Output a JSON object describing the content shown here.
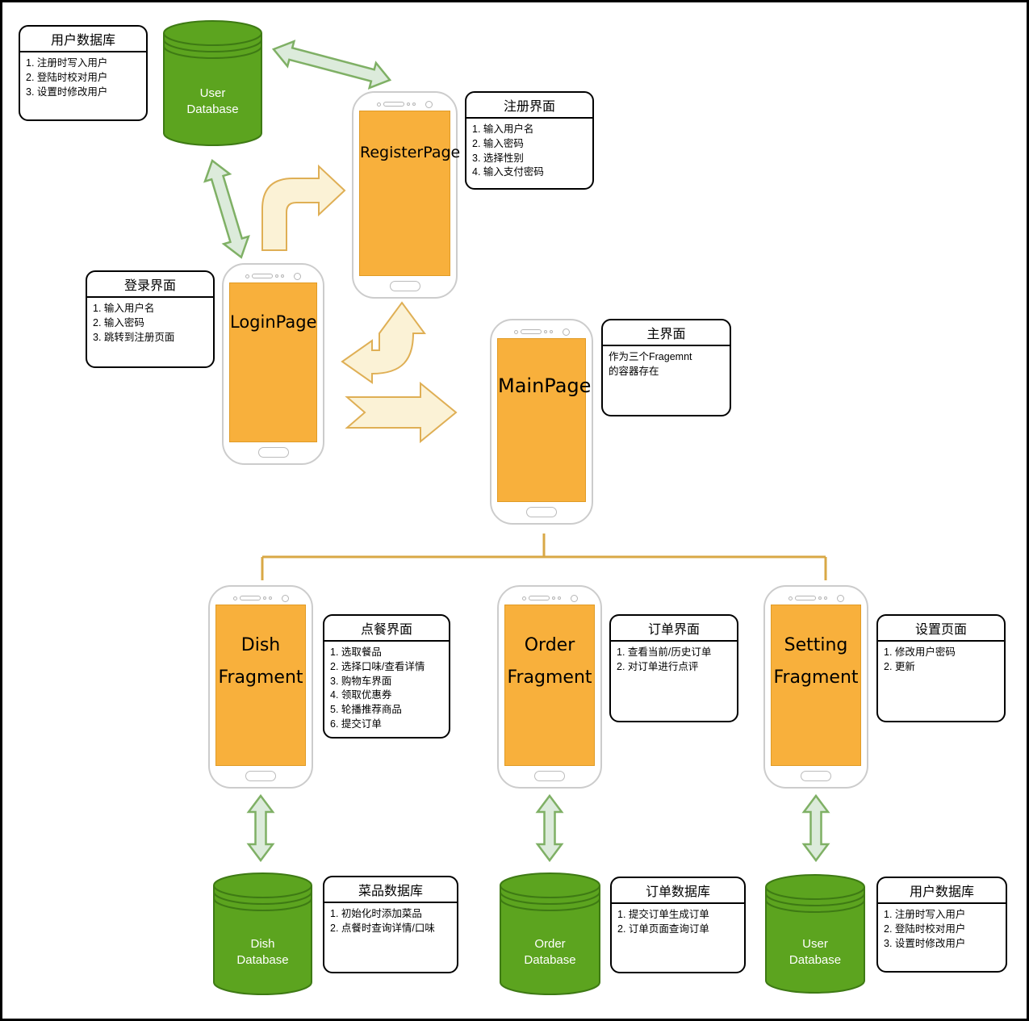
{
  "phones": {
    "register": {
      "label": "RegisterPage"
    },
    "login": {
      "label": "LoginPage"
    },
    "main": {
      "label": "MainPage"
    },
    "dish": {
      "line1": "Dish",
      "line2": "Fragment"
    },
    "order": {
      "line1": "Order",
      "line2": "Fragment"
    },
    "setting": {
      "line1": "Setting",
      "line2": "Fragment"
    }
  },
  "databases": {
    "user_top": {
      "line1": "User",
      "line2": "Database"
    },
    "dish": {
      "line1": "Dish",
      "line2": "Database"
    },
    "order": {
      "line1": "Order",
      "line2": "Database"
    },
    "user_bottom": {
      "line1": "User",
      "line2": "Database"
    }
  },
  "notes": {
    "user_db_top": {
      "title": "用户数据库",
      "items": [
        "1. 注册时写入用户",
        "2. 登陆时校对用户",
        "3. 设置时修改用户"
      ]
    },
    "register": {
      "title": "注册界面",
      "items": [
        "1. 输入用户名",
        "2. 输入密码",
        "3. 选择性别",
        "4. 输入支付密码"
      ]
    },
    "login": {
      "title": "登录界面",
      "items": [
        "1. 输入用户名",
        "2. 输入密码",
        "3. 跳转到注册页面"
      ]
    },
    "main": {
      "title": "主界面",
      "items": [
        "作为三个Fragemnt",
        "的容器存在"
      ]
    },
    "dish": {
      "title": "点餐界面",
      "items": [
        "1. 选取餐品",
        "2. 选择口味/查看详情",
        "3. 购物车界面",
        "4. 领取优惠券",
        "5. 轮播推荐商品",
        "6. 提交订单"
      ]
    },
    "order": {
      "title": "订单界面",
      "items": [
        "1. 查看当前/历史订单",
        "2. 对订单进行点评"
      ]
    },
    "setting": {
      "title": "设置页面",
      "items": [
        "1. 修改用户密码",
        "2. 更新"
      ]
    },
    "dish_db": {
      "title": "菜品数据库",
      "items": [
        "1. 初始化时添加菜品",
        "2. 点餐时查询详情/口味"
      ]
    },
    "order_db": {
      "title": "订单数据库",
      "items": [
        "1. 提交订单生成订单",
        "2. 订单页面查询订单"
      ]
    },
    "user_db_bottom": {
      "title": "用户数据库",
      "items": [
        "1. 注册时写入用户",
        "2. 登陆时校对用户",
        "3. 设置时修改用户"
      ]
    }
  },
  "colors": {
    "db_fill": "#5CA41F",
    "db_stroke": "#3E7A14",
    "green_arrow_fill": "#DCEBDB",
    "green_arrow_stroke": "#7FB065",
    "cream_arrow_fill": "#FBF2D6",
    "cream_arrow_stroke": "#DFAF55",
    "screen_fill": "#F8B03C",
    "connector": "#D9A846"
  }
}
